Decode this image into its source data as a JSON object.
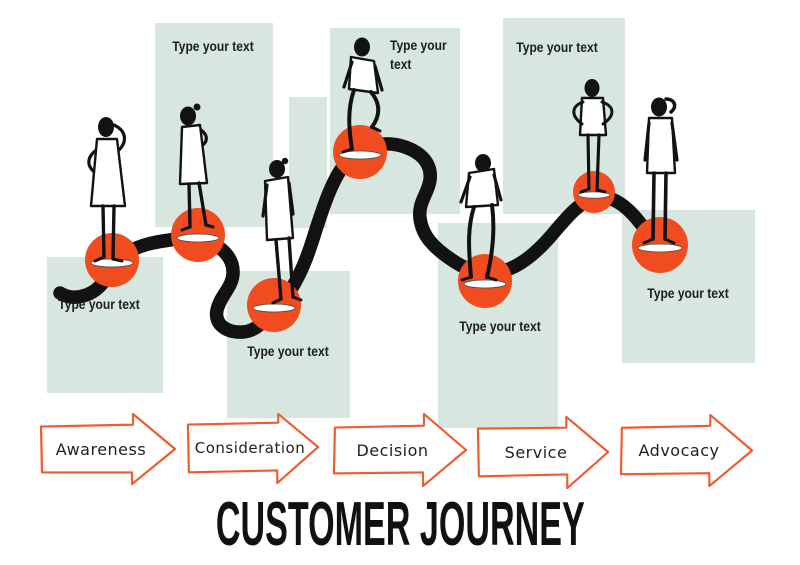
{
  "app": {
    "title": "CUSTOMER JOURNEY"
  },
  "journey": {
    "note_placeholder": "Type your text",
    "stages": [
      {
        "label": "Awareness"
      },
      {
        "label": "Consideration"
      },
      {
        "label": "Decision"
      },
      {
        "label": "Service"
      },
      {
        "label": "Advocacy"
      }
    ],
    "figures": [
      {
        "name": "woman-listening"
      },
      {
        "name": "woman-looking-down"
      },
      {
        "name": "woman-slouching"
      },
      {
        "name": "man-climbing"
      },
      {
        "name": "man-walking-down"
      },
      {
        "name": "man-hands-on-hips"
      },
      {
        "name": "woman-ponytail"
      }
    ]
  },
  "colors": {
    "panel_mint": "#d7e6df",
    "stone_orange": "#f04c1f",
    "arrow_outline": "#ee5b2c",
    "path_black": "#121212"
  }
}
